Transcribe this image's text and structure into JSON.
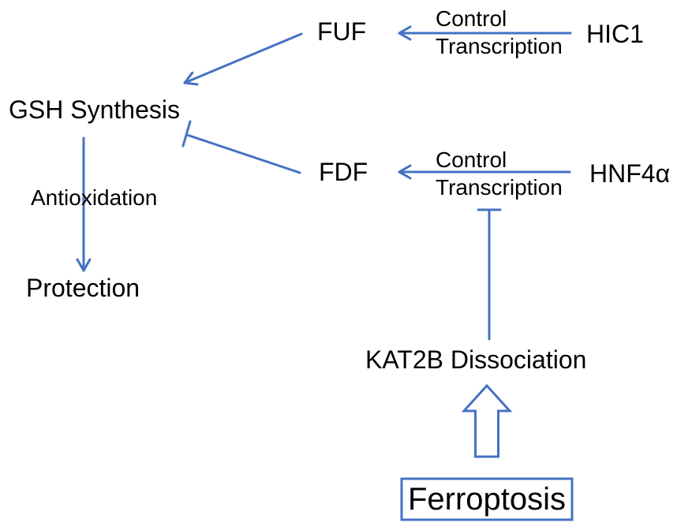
{
  "colors": {
    "accent": "#4472C4",
    "text": "#000000",
    "background": "#ffffff"
  },
  "diagram": {
    "nodes": {
      "fuf": {
        "label": "FUF"
      },
      "hic1": {
        "label": "HIC1"
      },
      "gsh": {
        "label": "GSH Synthesis"
      },
      "fdf": {
        "label": "FDF"
      },
      "hnf4a": {
        "label": "HNF4α"
      },
      "protection": {
        "label": "Protection"
      },
      "kat2b": {
        "label": "KAT2B Dissociation"
      },
      "ferroptosis": {
        "label": "Ferroptosis"
      }
    },
    "edges": {
      "hic1_to_fuf": {
        "type": "activation-arrow",
        "label_top": "Control",
        "label_bottom": "Transcription"
      },
      "fuf_to_gsh": {
        "type": "activation-arrow"
      },
      "hnf4a_to_fdf": {
        "type": "activation-arrow",
        "label_top": "Control",
        "label_bottom": "Transcription"
      },
      "fdf_to_gsh": {
        "type": "inhibition-tbar"
      },
      "gsh_to_protection": {
        "type": "activation-arrow",
        "label": "Antioxidation"
      },
      "kat2b_to_hnf4a_fdf": {
        "type": "inhibition-tbar"
      },
      "ferroptosis_to_kat2b": {
        "type": "hollow-block-arrow"
      }
    }
  }
}
